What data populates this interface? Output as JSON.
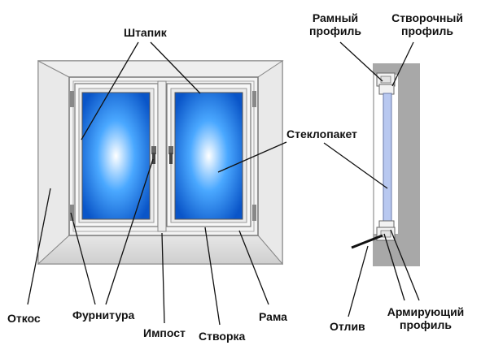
{
  "labels": {
    "shtapik": "Штапик",
    "ramny_profil_1": "Рамный",
    "ramny_profil_2": "профиль",
    "stvorochny_profil_1": "Створочный",
    "stvorochny_profil_2": "профиль",
    "steklopaket": "Стеклопакет",
    "otkos": "Откос",
    "furnitura": "Фурнитура",
    "impost": "Импост",
    "stvorka": "Створка",
    "rama": "Рама",
    "otliv": "Отлив",
    "armiruyushchy_1": "Армирующий",
    "armiruyushchy_2": "профиль"
  },
  "colors": {
    "glass_center": "#ffffff",
    "glass_mid": "#4aa8ff",
    "glass_edge": "#0a55c8",
    "frame_fill": "#f2f2f2",
    "frame_stroke": "#8a8a8a",
    "section_grey": "#a8a8a8",
    "glass_section": "#b8c8f0",
    "leader_line": "#111111"
  }
}
